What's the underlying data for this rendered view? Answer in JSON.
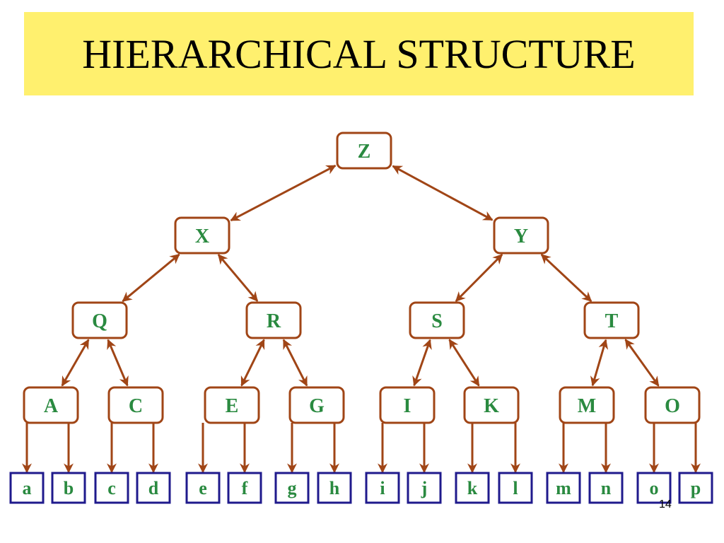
{
  "slide": {
    "title": "HIERARCHICAL STRUCTURE",
    "page_number": "14"
  },
  "colors": {
    "title_background": "#fff06e",
    "internal_node_border": "#a04516",
    "leaf_node_border": "#1f1a8c",
    "label_text": "#2a8a40",
    "arrow": "#a04516"
  },
  "tree": {
    "root": "Z",
    "levels": [
      [
        "Z"
      ],
      [
        "X",
        "Y"
      ],
      [
        "Q",
        "R",
        "S",
        "T"
      ],
      [
        "A",
        "C",
        "E",
        "G",
        "I",
        "K",
        "M",
        "O"
      ],
      [
        "a",
        "b",
        "c",
        "d",
        "e",
        "f",
        "g",
        "h",
        "i",
        "j",
        "k",
        "l",
        "m",
        "n",
        "o",
        "p"
      ]
    ],
    "edges": [
      {
        "from": "Z",
        "to": "X",
        "direction": "both"
      },
      {
        "from": "Z",
        "to": "Y",
        "direction": "both"
      },
      {
        "from": "X",
        "to": "Q",
        "direction": "both"
      },
      {
        "from": "X",
        "to": "R",
        "direction": "both"
      },
      {
        "from": "Y",
        "to": "S",
        "direction": "both"
      },
      {
        "from": "Y",
        "to": "T",
        "direction": "both"
      },
      {
        "from": "Q",
        "to": "A",
        "direction": "both"
      },
      {
        "from": "Q",
        "to": "C",
        "direction": "both"
      },
      {
        "from": "R",
        "to": "E",
        "direction": "both"
      },
      {
        "from": "R",
        "to": "G",
        "direction": "both"
      },
      {
        "from": "S",
        "to": "I",
        "direction": "both"
      },
      {
        "from": "S",
        "to": "K",
        "direction": "both"
      },
      {
        "from": "T",
        "to": "M",
        "direction": "both"
      },
      {
        "from": "T",
        "to": "O",
        "direction": "both"
      },
      {
        "from": "A",
        "to": "a",
        "direction": "down"
      },
      {
        "from": "A",
        "to": "b",
        "direction": "down"
      },
      {
        "from": "C",
        "to": "c",
        "direction": "down"
      },
      {
        "from": "C",
        "to": "d",
        "direction": "down"
      },
      {
        "from": "E",
        "to": "e",
        "direction": "down"
      },
      {
        "from": "E",
        "to": "f",
        "direction": "down"
      },
      {
        "from": "G",
        "to": "g",
        "direction": "down"
      },
      {
        "from": "G",
        "to": "h",
        "direction": "down"
      },
      {
        "from": "I",
        "to": "i",
        "direction": "down"
      },
      {
        "from": "I",
        "to": "j",
        "direction": "down"
      },
      {
        "from": "K",
        "to": "k",
        "direction": "down"
      },
      {
        "from": "K",
        "to": "l",
        "direction": "down"
      },
      {
        "from": "M",
        "to": "m",
        "direction": "down"
      },
      {
        "from": "M",
        "to": "n",
        "direction": "down"
      },
      {
        "from": "O",
        "to": "o",
        "direction": "down"
      },
      {
        "from": "O",
        "to": "p",
        "direction": "down"
      }
    ]
  }
}
